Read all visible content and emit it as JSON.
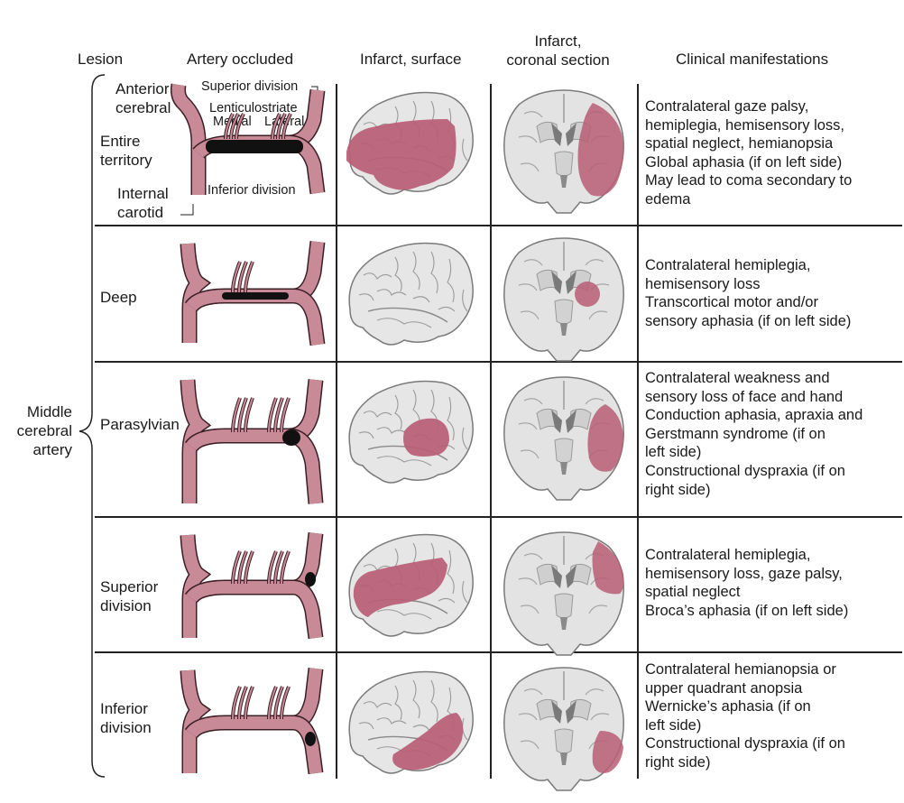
{
  "headers": {
    "lesion": "Lesion",
    "artery": "Artery occluded",
    "surface": "Infarct, surface",
    "coronal_line1": "Infarct,",
    "coronal_line2": "coronal section",
    "clinical": "Clinical manifestations"
  },
  "group_label": [
    "Middle",
    "cerebral",
    "artery"
  ],
  "artery_labels": {
    "superior_division": "Superior division",
    "lenticulostriate": "Lenticulostriate",
    "medial": "Medial",
    "lateral": "Lateral",
    "inferior_division": "Inferior division"
  },
  "colors": {
    "artery": "#c98a98",
    "artery_outline": "#3a1f25",
    "infarct": "#b85d76",
    "brain": "#e6e6e6",
    "clot": "#111111"
  },
  "rows": [
    {
      "lesion_lines": [
        "Anterior",
        "cerebral",
        "Entire",
        "territory",
        "Internal",
        "carotid"
      ],
      "clinical": [
        "Contralateral gaze palsy,",
        "hemiplegia, hemisensory loss,",
        "spatial neglect, hemianopsia",
        "Global aphasia (if on left side)",
        "May lead to coma secondary to",
        "edema"
      ]
    },
    {
      "lesion_lines": [
        "Deep"
      ],
      "clinical": [
        "Contralateral hemiplegia,",
        "hemisensory loss",
        "Transcortical motor and/or",
        "sensory aphasia (if on left side)"
      ]
    },
    {
      "lesion_lines": [
        "Parasylvian"
      ],
      "clinical": [
        "Contralateral weakness and",
        "sensory loss of face and hand",
        "Conduction aphasia, apraxia and",
        "Gerstmann syndrome (if on",
        "left side)",
        "Constructional dyspraxia (if on",
        "right side)"
      ]
    },
    {
      "lesion_lines": [
        "Superior",
        "division"
      ],
      "clinical": [
        "Contralateral hemiplegia,",
        "hemisensory loss, gaze palsy,",
        "spatial neglect",
        "Broca’s aphasia (if on left side)"
      ]
    },
    {
      "lesion_lines": [
        "Inferior",
        "division"
      ],
      "clinical": [
        "Contralateral hemianopsia or",
        "upper quadrant anopsia",
        "Wernicke’s aphasia (if on",
        "left side)",
        "Constructional dyspraxia (if on",
        "right side)"
      ]
    }
  ]
}
